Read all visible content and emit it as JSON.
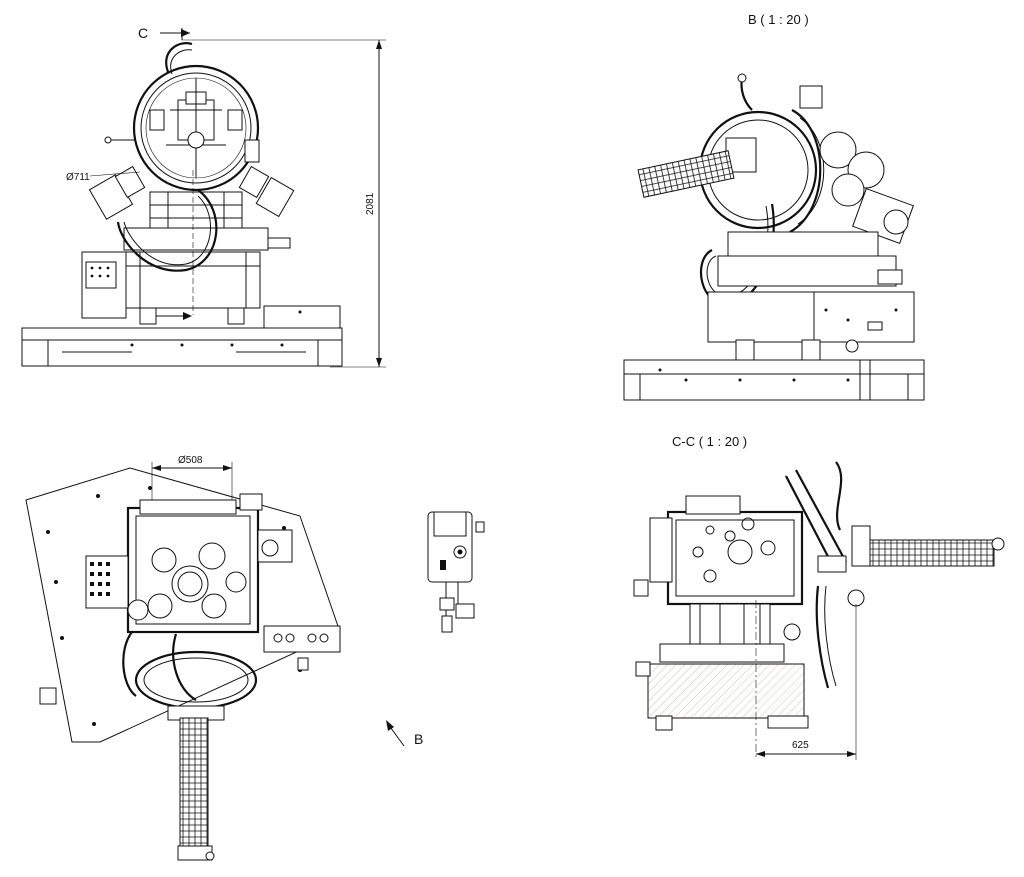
{
  "labels": {
    "section_marker": "C",
    "view_b_title": "B ( 1 : 20 )",
    "view_cc_title": "C-C ( 1 : 20 )",
    "view_arrow_label": "B"
  },
  "dimensions": {
    "chamber_diameter": "Ø711",
    "overall_height": "2081",
    "port_diameter": "Ø508",
    "offset_length": "625"
  }
}
